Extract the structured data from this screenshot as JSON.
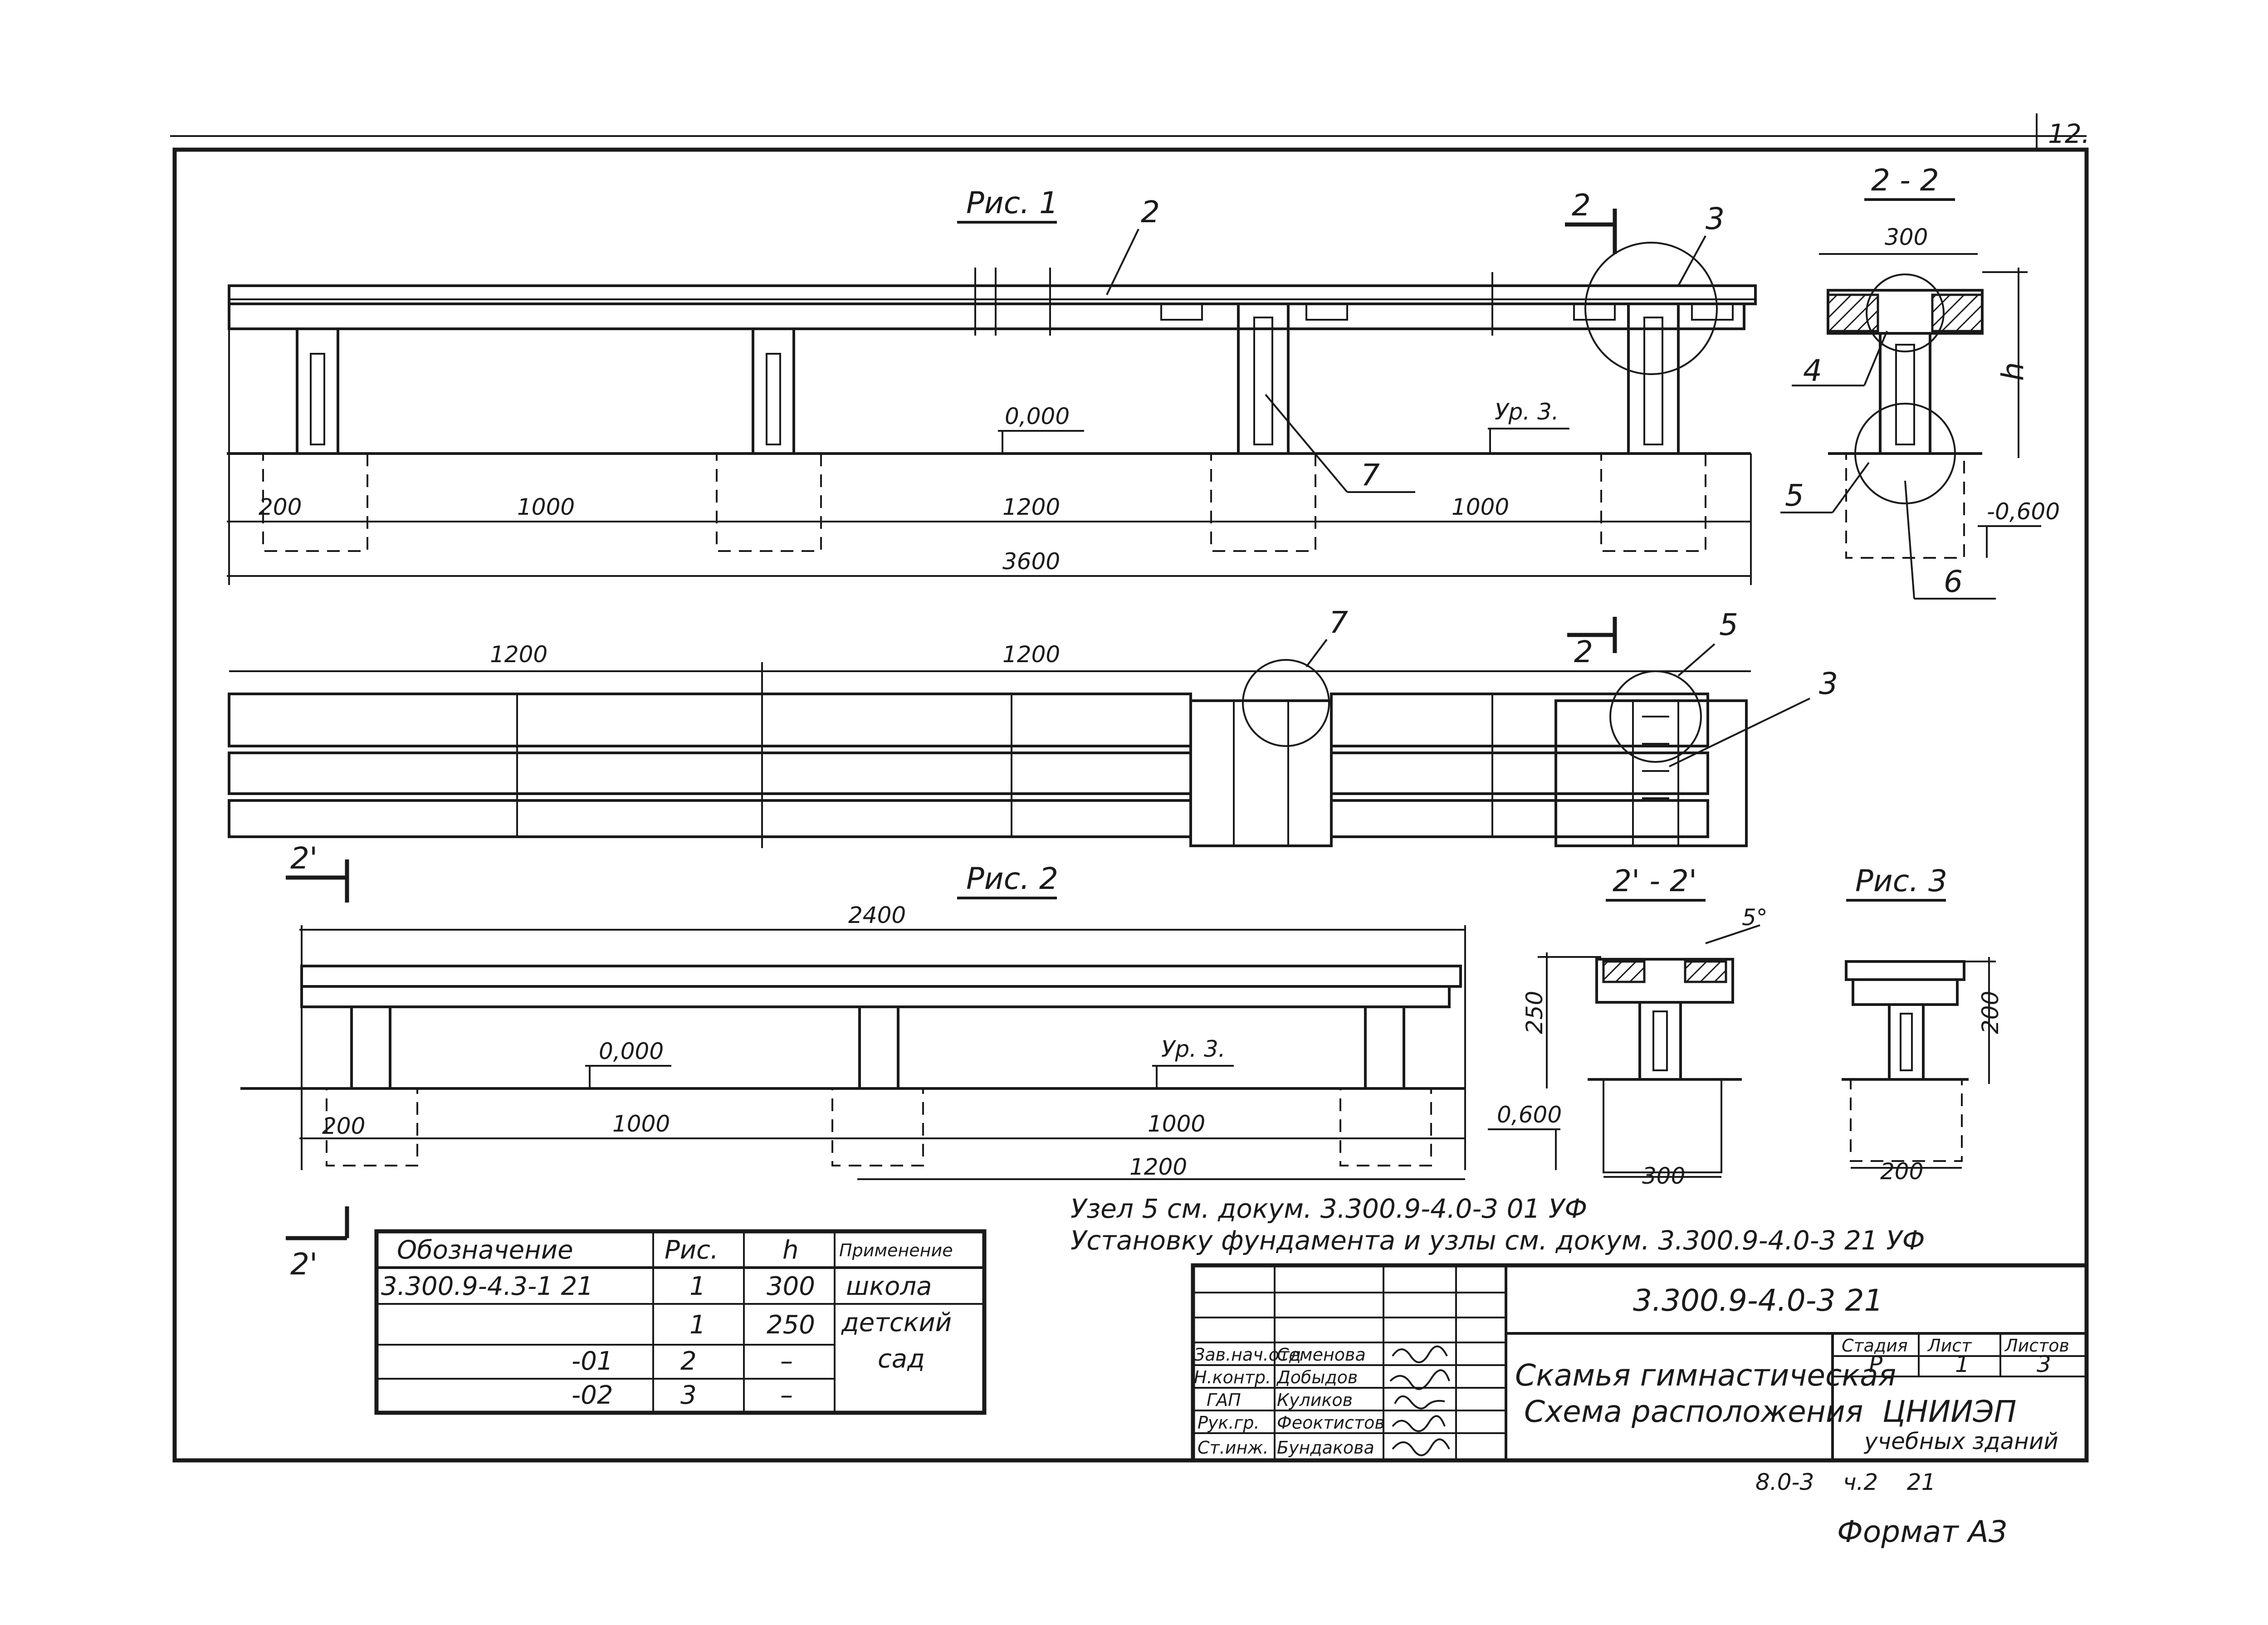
{
  "sheet": {
    "number": "12."
  },
  "fig1": {
    "title": "Рис. 1",
    "dim_200": "200",
    "dim_1000a": "1000",
    "dim_1200": "1200",
    "dim_1000b": "1000",
    "dim_3600": "3600",
    "level_0": "0,000",
    "level_ur": "Ур. 3.",
    "callout_2": "2",
    "callout_3": "3",
    "callout_7": "7",
    "section_mark": "2"
  },
  "section22": {
    "title": "2 - 2",
    "dim_300": "300",
    "dim_h": "h",
    "level_600": "-0,600",
    "callout_4": "4",
    "callout_5": "5",
    "callout_6": "6"
  },
  "plan": {
    "dim_1200a": "1200",
    "dim_1200b": "1200",
    "callout_7": "7",
    "callout_5": "5",
    "callout_3": "3",
    "section_mark": "2"
  },
  "fig2": {
    "title": "Рис. 2",
    "section_mark": "2'",
    "dim_2400": "2400",
    "dim_200": "200",
    "dim_1000a": "1000",
    "dim_1000b": "1000",
    "dim_1200": "1200",
    "level_0": "0,000",
    "level_ur": "Ур. 3.",
    "section_mark_bottom": "2'"
  },
  "section22p": {
    "title": "2' - 2'",
    "angle": "5°",
    "dim_250": "250",
    "dim_300": "300",
    "level_600": "0,600"
  },
  "fig3": {
    "title": "Рис. 3",
    "dim_200h": "200",
    "dim_200w": "200"
  },
  "notes": [
    "Узел 5 см. докум. 3.300.9-4.0-3 01 УФ",
    "Установку фундамента и узлы см. докум. 3.300.9-4.0-3 21 УФ"
  ],
  "spec_table": {
    "headers": [
      "Обозначение",
      "Рис.",
      "h",
      "Применение"
    ],
    "rows": [
      [
        "3.300.9-4.3-1  21",
        "1",
        "300",
        "школа"
      ],
      [
        "",
        "1",
        "250",
        "детский"
      ],
      [
        "-01",
        "2",
        "–",
        "сад"
      ],
      [
        "-02",
        "3",
        "–",
        ""
      ]
    ]
  },
  "title_block": {
    "code": "3.300.9-4.0-3  21",
    "name_line1": "Скамья гимнастическая",
    "name_line2": "Схема расположения",
    "stage_header": "Стадия",
    "sheet_header": "Лист",
    "sheets_header": "Листов",
    "stage": "Р",
    "sheet": "1",
    "sheets": "3",
    "org_line1": "ЦНИИЭП",
    "org_line2": "учебных зданий",
    "roles": [
      "Зав.нач.отд",
      "Н.контр.",
      "ГАП",
      "Рук.гр.",
      "Ст.инж."
    ],
    "names": [
      "Семенова",
      "Добыдов",
      "Куликов",
      "Феоктистов",
      "Бундакова"
    ]
  },
  "footer": {
    "code": "8.0-3    ч.2    21",
    "format": "Формат А3"
  }
}
